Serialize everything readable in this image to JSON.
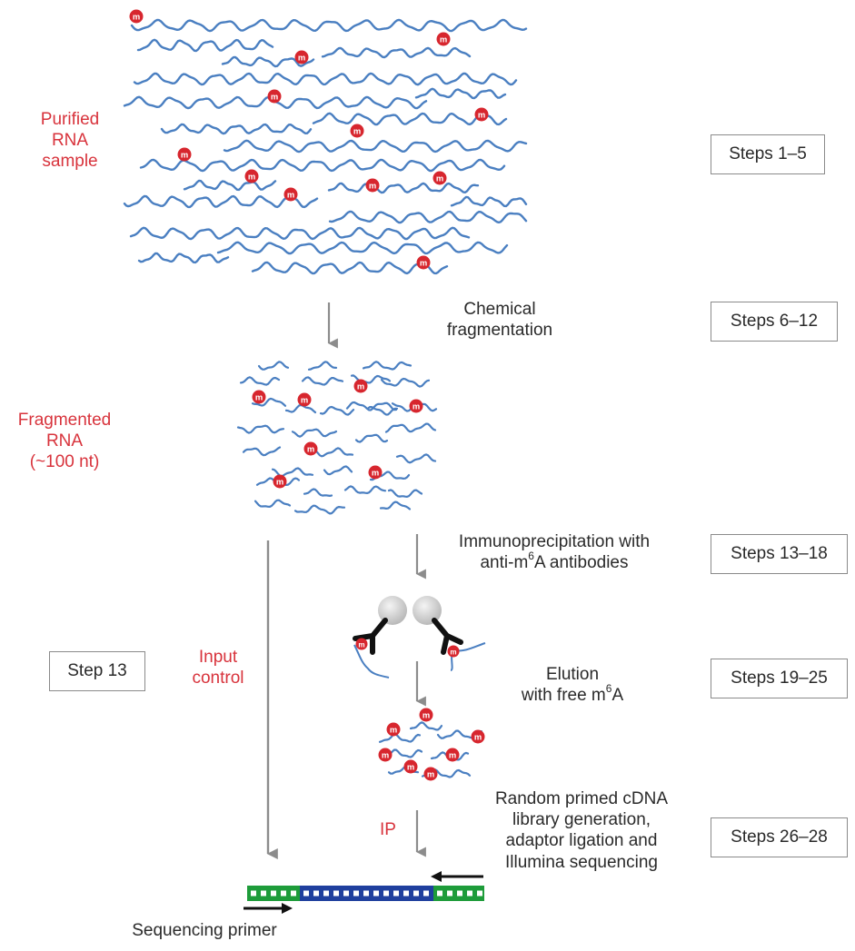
{
  "figure": {
    "title": "m6A-seq / MeRIP-seq workflow",
    "colors": {
      "rna_strand": "#4a7fc1",
      "m6a_badge": "#d7262e",
      "label_red": "#d8333c",
      "arrow_gray": "#8c8c8c",
      "adaptor_green": "#1e9c3a",
      "insert_blue": "#1f3f9e",
      "antibody": "#111111",
      "bead": "#cfcfcf"
    },
    "badge_letter": "m"
  },
  "labels": {
    "purified_rna": [
      "Purified",
      "RNA",
      "sample"
    ],
    "fragmented_rna": [
      "Fragmented",
      "RNA",
      "(~100 nt)"
    ],
    "input_control": [
      "Input",
      "control"
    ],
    "ip": "IP",
    "sequencing_primer": "Sequencing primer"
  },
  "steps_text": {
    "fragmentation": [
      "Chemical",
      "fragmentation"
    ],
    "immunoprecipitation_line1": "Immunoprecipitation with",
    "immunoprecipitation_line2_pre": "anti-m",
    "immunoprecipitation_sup": "6",
    "immunoprecipitation_line2_post": "A antibodies",
    "elution_line1": "Elution",
    "elution_line2_pre": "with free m",
    "elution_sup": "6",
    "elution_line2_post": "A",
    "library": [
      "Random primed cDNA",
      "library generation,",
      "adaptor ligation and",
      "Illumina sequencing"
    ]
  },
  "step_boxes": {
    "steps_1_5": "Steps 1–5",
    "steps_6_12": "Steps 6–12",
    "steps_13_18": "Steps 13–18",
    "step_13": "Step 13",
    "steps_19_25": "Steps 19–25",
    "steps_26_28": "Steps 26–28"
  }
}
